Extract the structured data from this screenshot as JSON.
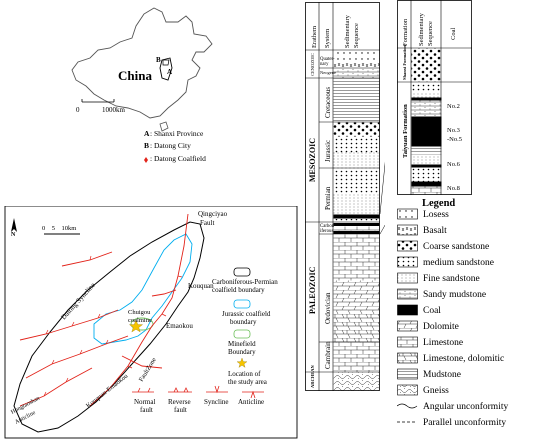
{
  "china_map": {
    "country": "China",
    "scale": "1000km",
    "zero": "0",
    "marker_a": "A",
    "marker_b": "B",
    "legend": [
      {
        "key": "A",
        "text": ": Shanxi Province"
      },
      {
        "key": "B",
        "text": ": Datong City"
      },
      {
        "key": "",
        "text": ": Datong Coalfield"
      }
    ]
  },
  "coalfield_map": {
    "scale": "0    5    10km",
    "north": "N",
    "labels": {
      "qingciyao": "Qingciyao",
      "fault_top": "Fault",
      "kouquan": "Kouquan",
      "emaokou": "Emaokou",
      "datong_syncline": "Datong Syncline",
      "chuigou_1": "Chuigou",
      "chuigou_2": "coalmine",
      "kouquan_emaokou": "Kouquan-Emaokou",
      "fault_zone": "FaultZone",
      "hongtaoshan": "Hongtaoshan",
      "anticline_lower": "Anticline"
    },
    "legend": [
      {
        "text": "Carboniferous-Permian coalfield boundary"
      },
      {
        "text": "Jurassic coalfield boundary"
      },
      {
        "text": "Minefield Boundary"
      },
      {
        "text": "Location of the study area"
      }
    ],
    "bottom_legend": [
      {
        "line1": "Normal",
        "line2": "fault"
      },
      {
        "line1": "Reverse",
        "line2": "fault"
      },
      {
        "line1": "Syncline",
        "line2": ""
      },
      {
        "line1": "Anticline",
        "line2": ""
      }
    ],
    "colors": {
      "boundary": "#000000",
      "jurassic": "#00aeef",
      "minefield": "#6bbf59",
      "fault": "#e2231a",
      "star": "#f5c400"
    }
  },
  "column_main": {
    "headers": [
      "Erathem",
      "System",
      "Sedimentary Sequence"
    ],
    "erathems": [
      "MESOZOIC",
      "PALEOZOIC",
      "ARCHEAN"
    ],
    "cenozoic": "CENOZOIC",
    "systems": [
      "Quater-nary",
      "Neogene",
      "Cretaceous",
      "Jurassic",
      "Permian",
      "Carbon-iferous",
      "Ordovician",
      "Cambrain"
    ]
  },
  "column_detail": {
    "headers": [
      "Formation",
      "Sedimentary Sequence",
      "Coal"
    ],
    "formations": [
      "Shanxi Formation",
      "Taiyuan Formation"
    ],
    "coals": [
      "No.2",
      "No.3",
      "-No.5",
      "No.6",
      "No.8"
    ]
  },
  "legend": {
    "title": "Legend",
    "items": [
      "Losess",
      "Basalt",
      "Coarse sandstone",
      "medium sandstone",
      "Fine sandstone",
      "Sandy mudstone",
      "Coal",
      "Dolomite",
      "Limestone",
      "Limestone, dolomitic",
      "Mudstone",
      "Gneiss",
      "Angular unconformity",
      "Parallel unconformity"
    ]
  }
}
